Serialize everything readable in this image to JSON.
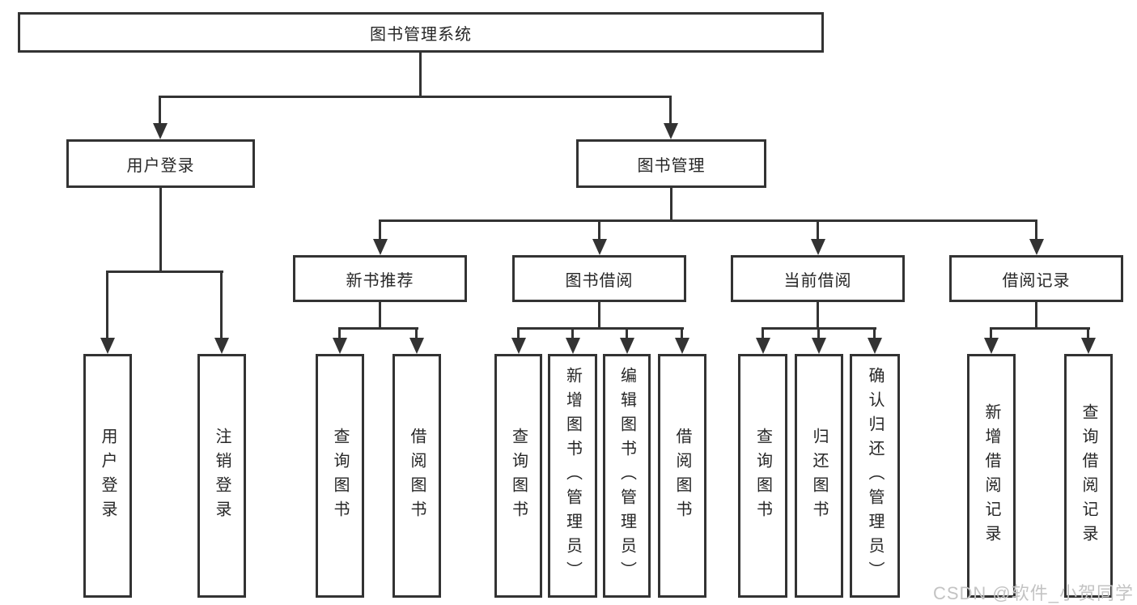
{
  "tree": {
    "root": {
      "label": "图书管理系统",
      "children": [
        {
          "label": "用户登录",
          "children": [
            {
              "label": "用户登录"
            },
            {
              "label": "注销登录"
            }
          ]
        },
        {
          "label": "图书管理",
          "children": [
            {
              "label": "新书推荐",
              "children": [
                {
                  "label": "查询图书"
                },
                {
                  "label": "借阅图书"
                }
              ]
            },
            {
              "label": "图书借阅",
              "children": [
                {
                  "label": "查询图书"
                },
                {
                  "label": "新增图书（管理员）"
                },
                {
                  "label": "编辑图书（管理员）"
                },
                {
                  "label": "借阅图书"
                }
              ]
            },
            {
              "label": "当前借阅",
              "children": [
                {
                  "label": "查询图书"
                },
                {
                  "label": "归还图书"
                },
                {
                  "label": "确认归还（管理员）"
                }
              ]
            },
            {
              "label": "借阅记录",
              "children": [
                {
                  "label": "新增借阅记录"
                },
                {
                  "label": "查询借阅记录"
                }
              ]
            }
          ]
        }
      ]
    }
  },
  "watermark": "CSDN @软件_小贺同学",
  "colors": {
    "line": "#333333",
    "text": "#262626",
    "background": "#ffffff",
    "watermark": "#c3c3c3"
  }
}
